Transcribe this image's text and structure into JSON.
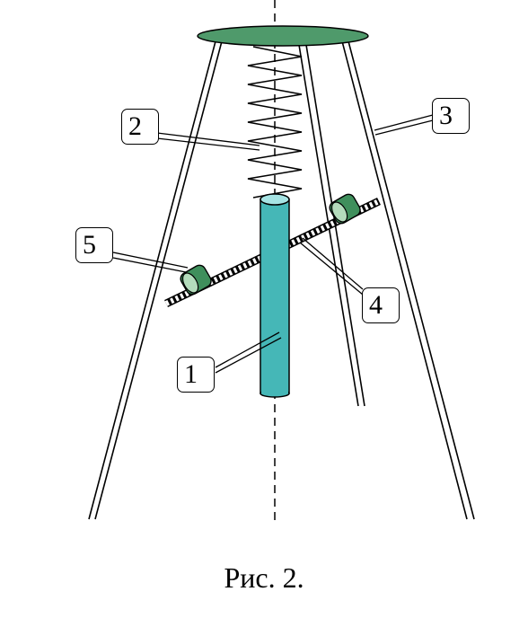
{
  "figure": {
    "labels": {
      "rod": "1",
      "spring": "2",
      "frame_leg": "3",
      "threaded_bar": "4",
      "weight": "5"
    },
    "caption": "Рис. 2."
  },
  "colors": {
    "plate_fill": "#4f9a6b",
    "rod_fill": "#45b7b7",
    "rod_top": "#a6e4e4",
    "weight_fill": "#3f8f5c",
    "weight_light": "#b4dcbc",
    "line": "#000000"
  }
}
